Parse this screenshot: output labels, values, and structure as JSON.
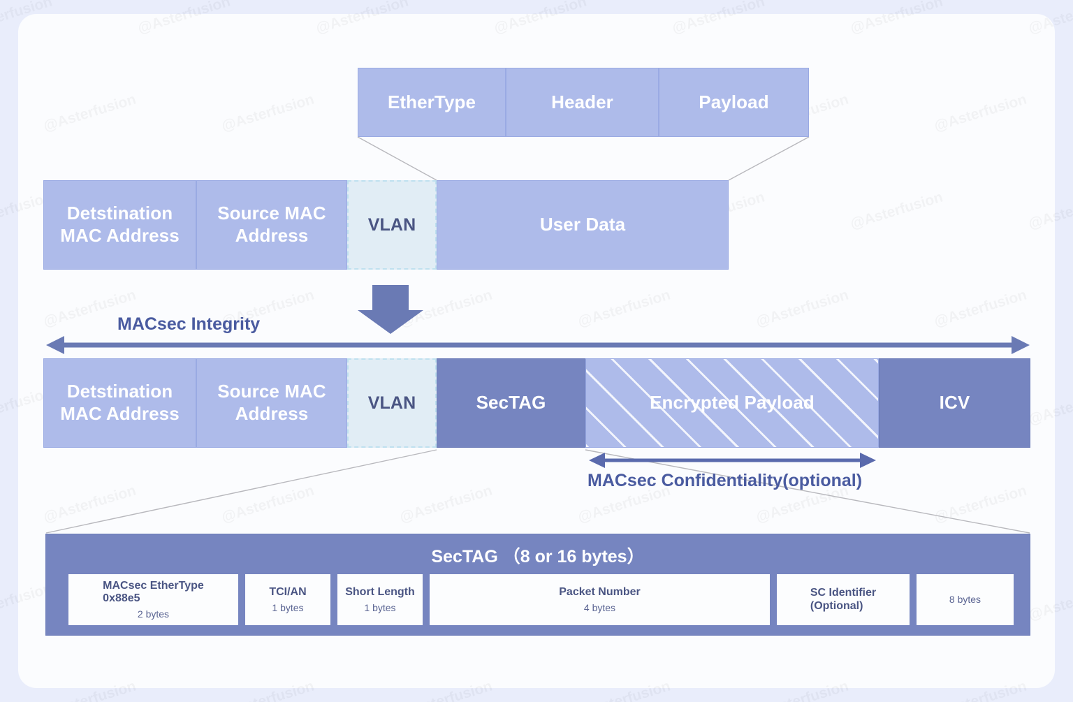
{
  "watermark": {
    "text": "@Asterfusion"
  },
  "palette": {
    "page_bg": "#e9edfb",
    "card_bg": "#fbfcfe",
    "light_blue": "#aebbea",
    "dark_blue": "#7685c0",
    "vlan_cyan": "#e1edf5",
    "label_blue": "#4a5ba0",
    "cell_text": "#4a5583"
  },
  "top_row": {
    "name": "ethertype-header-payload-row",
    "fields": [
      {
        "label": "EtherType"
      },
      {
        "label": "Header"
      },
      {
        "label": "Payload"
      }
    ]
  },
  "ethernet_frame": {
    "name": "plain-ethernet-frame",
    "fields": [
      {
        "label": "Detstination\nMAC Address",
        "line1": "Detstination",
        "line2": "MAC Address",
        "style": "light"
      },
      {
        "label": "Source MAC\nAddress",
        "line1": "Source MAC",
        "line2": "Address",
        "style": "light"
      },
      {
        "label": "VLAN",
        "style": "vlan"
      },
      {
        "label": "User Data",
        "style": "light"
      }
    ]
  },
  "macsec_frame": {
    "name": "macsec-protected-frame",
    "fields": [
      {
        "label": "Detstination\nMAC Address",
        "line1": "Detstination",
        "line2": "MAC Address",
        "style": "light"
      },
      {
        "label": "Source MAC\nAddress",
        "line1": "Source MAC",
        "line2": "Address",
        "style": "light"
      },
      {
        "label": "VLAN",
        "style": "vlan"
      },
      {
        "label": "SecTAG",
        "style": "dark"
      },
      {
        "label": "Encrypted Payload",
        "style": "hatch"
      },
      {
        "label": "ICV",
        "style": "dark"
      }
    ]
  },
  "annotations": {
    "integrity_label": "MACsec Integrity",
    "confidentiality_label": "MACsec Confidentiality(optional)",
    "transform_arrow": "down-block-arrow"
  },
  "sectag_detail": {
    "title": "SecTAG （8 or 16 bytes）",
    "cells": [
      {
        "title": "MACsec EtherType\n0x88e5",
        "line1": "MACsec EtherType",
        "line2": "0x88e5",
        "size": "2 bytes"
      },
      {
        "title": "TCI/AN",
        "line1": "TCI/AN",
        "line2": "",
        "size": "1 bytes"
      },
      {
        "title": "Short Length",
        "line1": "Short Length",
        "line2": "",
        "size": "1 bytes"
      },
      {
        "title": "Packet Number",
        "line1": "Packet Number",
        "line2": "",
        "size": "4 bytes"
      },
      {
        "title": "SC Identifier\n(Optional)",
        "line1": "SC Identifier",
        "line2": "(Optional)",
        "size": ""
      },
      {
        "title": "",
        "line1": "",
        "line2": "",
        "size": "8 bytes"
      }
    ]
  }
}
